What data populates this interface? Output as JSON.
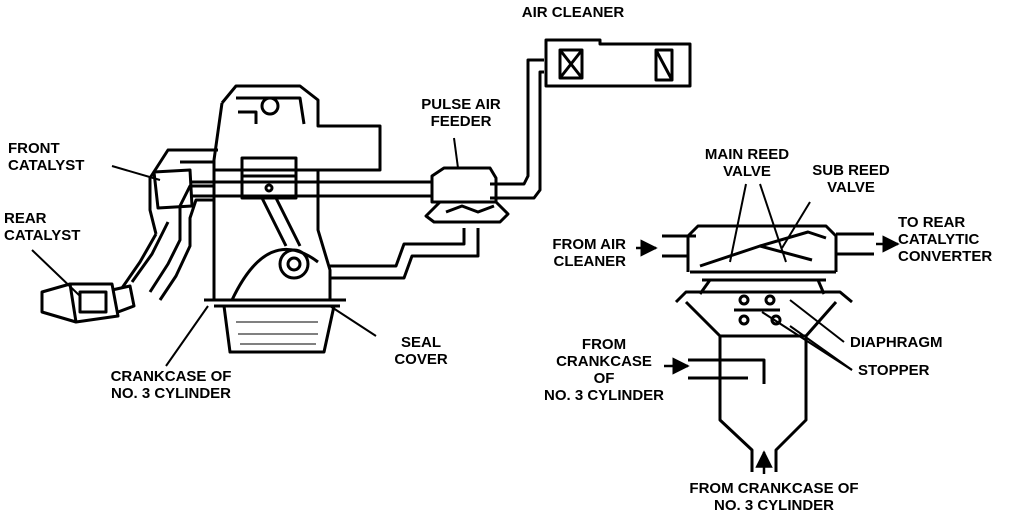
{
  "colors": {
    "ink": "#000000",
    "paper": "#ffffff"
  },
  "engine": {
    "air_cleaner": "AIR CLEANER",
    "pulse_air_feeder": [
      "PULSE AIR",
      "FEEDER"
    ],
    "front_catalyst": [
      "FRONT",
      "CATALYST"
    ],
    "rear_catalyst": [
      "REAR",
      "CATALYST"
    ],
    "seal_cover": [
      "SEAL",
      "COVER"
    ],
    "crankcase": [
      "CRANKCASE OF",
      "NO. 3 CYLINDER"
    ]
  },
  "detail": {
    "main_reed_valve": [
      "MAIN REED",
      "VALVE"
    ],
    "sub_reed_valve": [
      "SUB REED",
      "VALVE"
    ],
    "from_air_cleaner": [
      "FROM AIR",
      "CLEANER"
    ],
    "to_rear_catalytic_converter": [
      "TO REAR",
      "CATALYTIC",
      "CONVERTER"
    ],
    "diaphragm": "DIAPHRAGM",
    "stopper": "STOPPER",
    "from_crankcase_side": [
      "FROM",
      "CRANKCASE",
      "OF",
      "NO. 3 CYLINDER"
    ],
    "from_crankcase_bottom": [
      "FROM CRANKCASE OF",
      "NO. 3 CYLINDER"
    ]
  }
}
